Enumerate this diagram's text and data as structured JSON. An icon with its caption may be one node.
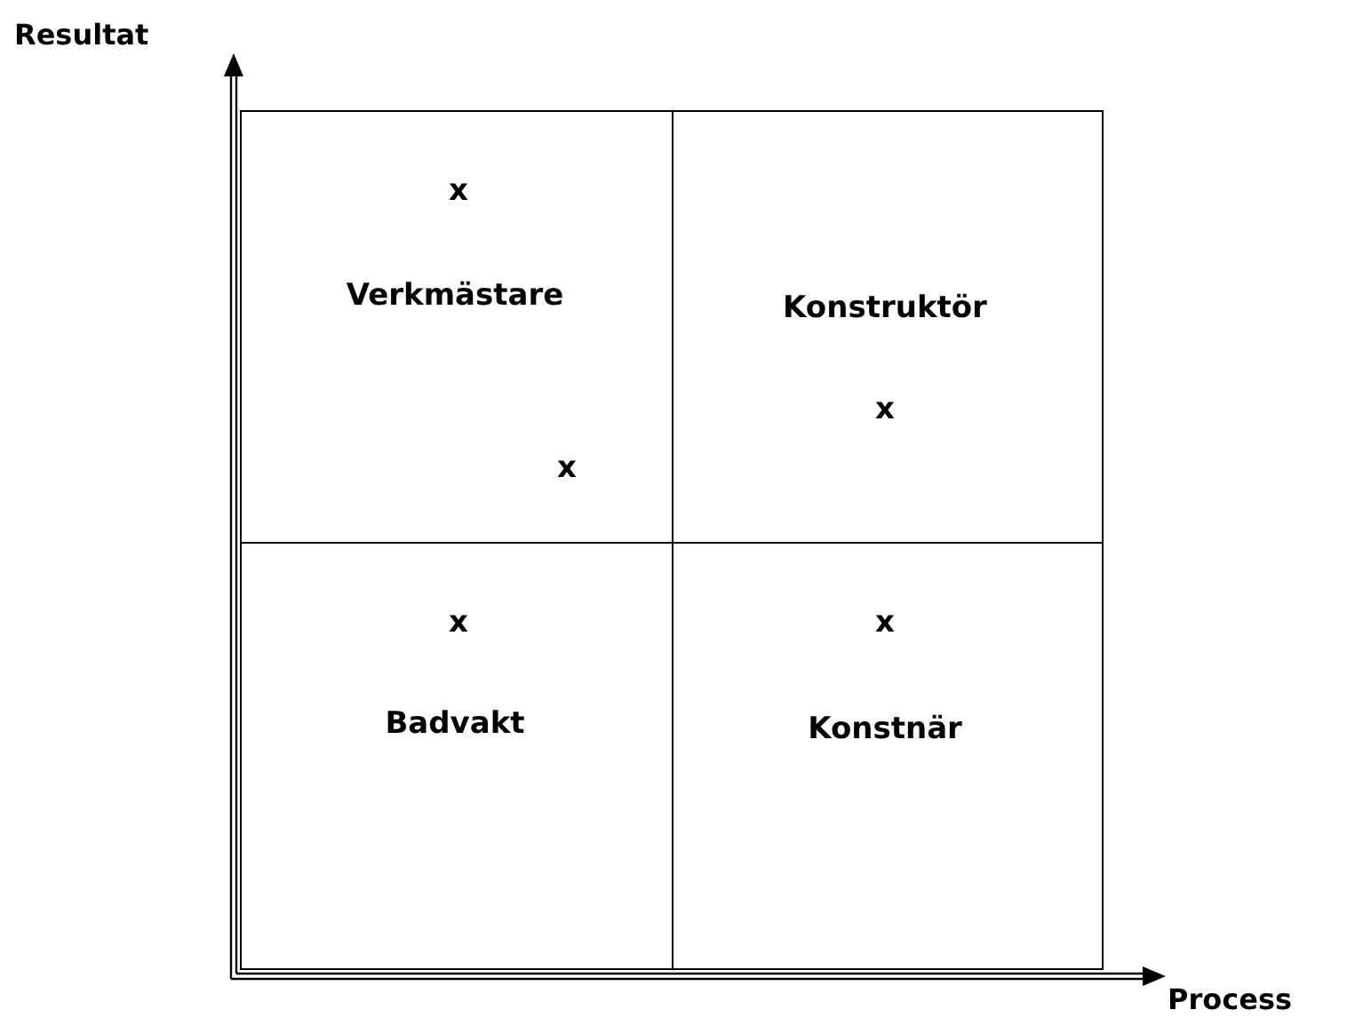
{
  "diagram": {
    "nodes": [
      {
        "text": [
          "x",
          "Verkmästare",
          "x"
        ]
      },
      {
        "text": [
          "Konstruktör",
          "x"
        ]
      },
      {
        "text": [
          "x",
          "Badvakt"
        ]
      },
      {
        "text": [
          "x",
          "Konstnär"
        ]
      }
    ],
    "labels": [
      "Resultat",
      "Process"
    ]
  }
}
